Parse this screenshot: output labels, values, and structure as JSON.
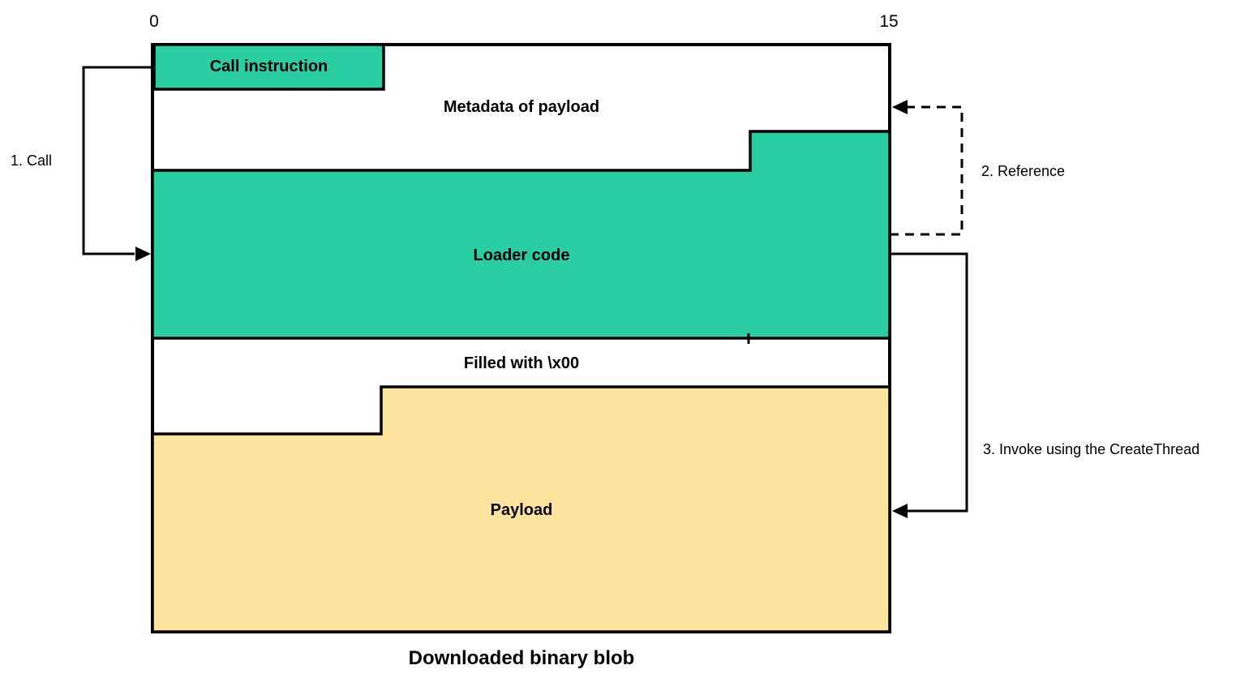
{
  "diagram": {
    "caption": "Downloaded binary blob",
    "scale": {
      "start": "0",
      "end": "15"
    },
    "blocks": {
      "call_instruction": "Call instruction",
      "metadata": "Metadata of payload",
      "loader": "Loader code",
      "filler": "Filled with \\x00",
      "payload": "Payload"
    },
    "annotations": {
      "call": "1. Call",
      "reference": "2. Reference",
      "invoke": "3. Invoke using the CreateThread"
    },
    "colors": {
      "teal": "#2BCDA2",
      "yellow": "#FCE49F",
      "line": "#000000"
    }
  }
}
